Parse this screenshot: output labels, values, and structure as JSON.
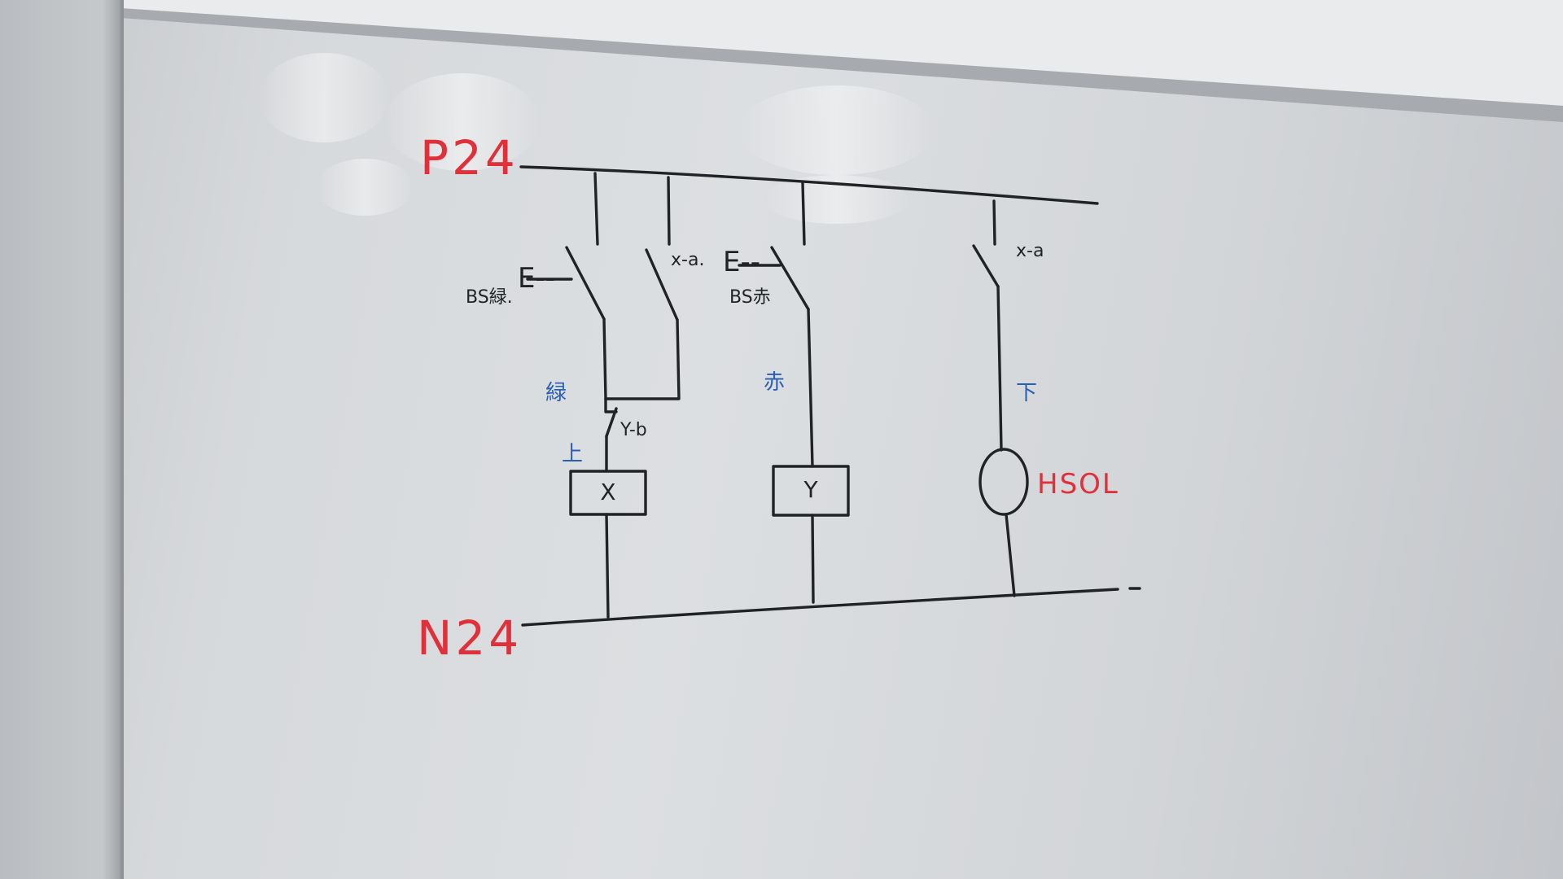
{
  "colors": {
    "board": "#dcdfe1",
    "black_ink": "#1f2226",
    "red_ink": "#e0313b",
    "blue_ink": "#2a5fb4"
  },
  "rails": {
    "top": "P24",
    "bottom": "N24"
  },
  "labels": {
    "pb_left": "BS緑.",
    "pb_mid": "BS赤",
    "contact_xa_1": "x-a.",
    "contact_xa_2": "x-a",
    "contact_yb": "Y-b",
    "pb_symbol_left": "E--",
    "pb_symbol_mid": "E--",
    "blue_green": "緑",
    "blue_red": "赤",
    "blue_up": "上",
    "blue_down": "下",
    "coil_x": "X",
    "coil_y": "Y",
    "solenoid": "HSOL"
  }
}
